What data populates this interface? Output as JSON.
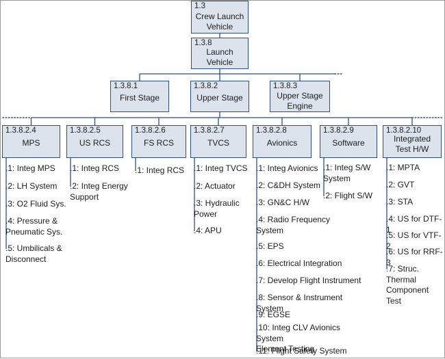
{
  "colors": {
    "box_fill": "#dde3ec",
    "box_border": "#2b4f8a",
    "line": "#2b4f8a",
    "text": "#1c1c1c"
  },
  "top": [
    {
      "code": "1.3",
      "title": "Crew Launch\nVehicle"
    },
    {
      "code": "1.3.8",
      "title": "Launch\nVehicle"
    }
  ],
  "level3": [
    {
      "code": "1.3.8.1",
      "title": "First Stage"
    },
    {
      "code": "1.3.8.2",
      "title": "Upper Stage"
    },
    {
      "code": "1.3.8.3",
      "title": "Upper Stage\nEngine"
    }
  ],
  "level4": [
    {
      "code": "1.3.8.2.4",
      "title": "MPS",
      "items": [
        ".1: Integ MPS",
        ".2: LH System",
        ".3: O2 Fluid Sys.",
        ".4: Pressure &\nPneumatic Sys.",
        ".5: Umbilicals &\nDisconnect"
      ]
    },
    {
      "code": "1.3.8.2.5",
      "title": "US RCS",
      "items": [
        ".1: Integ RCS",
        ".2: Integ Energy\nSupport"
      ]
    },
    {
      "code": "1.3.8.2.6",
      "title": "FS RCS",
      "items": [
        ".1: Integ RCS"
      ]
    },
    {
      "code": "1.3.8.2.7",
      "title": "TVCS",
      "items": [
        ".1: Integ TVCS",
        ".2: Actuator",
        ".3: Hydraulic\nPower",
        ".4: APU"
      ]
    },
    {
      "code": "1.3.8.2.8",
      "title": "Avionics",
      "items": [
        ".1: Integ Avionics",
        ".2: C&DH System",
        ".3: GN&C H/W",
        ".4: Radio Frequency\nSystem",
        ".5: EPS",
        ".6: Electrical Integration",
        ".7: Develop Flight Instrument",
        ".8: Sensor & Instrument System",
        ".9: EGSE",
        ".10: Integ CLV Avionics System\nElement Testing",
        ".11: Flight Safety System"
      ]
    },
    {
      "code": "1.3.8.2.9",
      "title": "Software",
      "items": [
        ".1: Integ S/W\nSystem",
        ".2: Flight S/W"
      ]
    },
    {
      "code": "1.3.8.2.10",
      "title": "Integrated\nTest H/W",
      "items": [
        ".1: MPTA",
        ".2: GVT",
        ".3: STA",
        ".4: US for DTF-1",
        ".5: US for VTF-2",
        ".6: US for RRF-3",
        ".7: Struc.\nThermal\nComponent\nTest"
      ]
    }
  ]
}
